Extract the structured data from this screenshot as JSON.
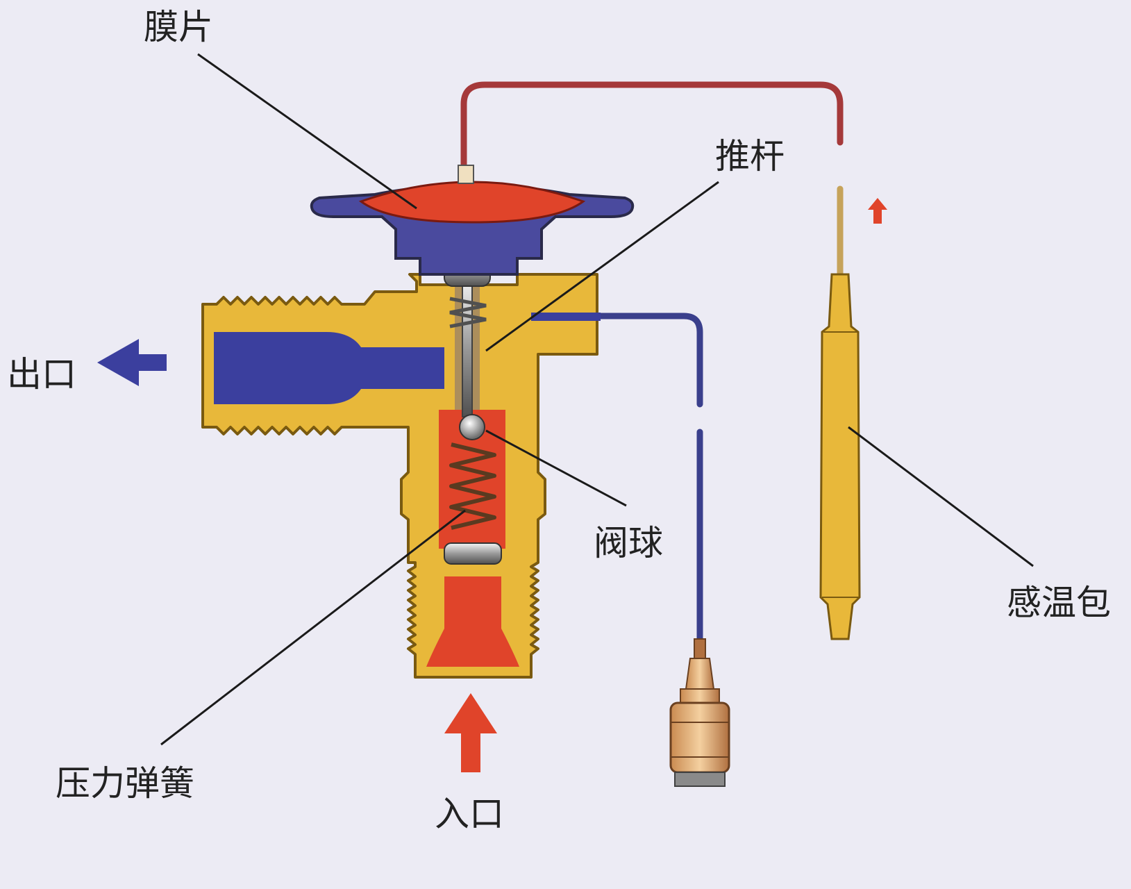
{
  "labels": {
    "diaphragm": "膜片",
    "push_rod": "推杆",
    "outlet": "出口",
    "valve_ball": "阀球",
    "sensing_bulb": "感温包",
    "pressure_spring": "压力弹簧",
    "inlet": "入口"
  },
  "colors": {
    "background": "#ecebf4",
    "brass_body": "#e8b83a",
    "brass_outline": "#7a5a10",
    "refrigerant_low": "#3b3f9e",
    "refrigerant_high": "#e0442a",
    "capillary_tube": "#a5393a",
    "equalizer_tube": "#3a3f8c",
    "steel_part": "#cfcfcf",
    "leader_line": "#1a1a1a"
  },
  "icons": {
    "outlet_arrow": "arrow-left-icon",
    "inlet_arrow": "arrow-up-icon",
    "bulb_arrow": "arrow-up-icon"
  }
}
